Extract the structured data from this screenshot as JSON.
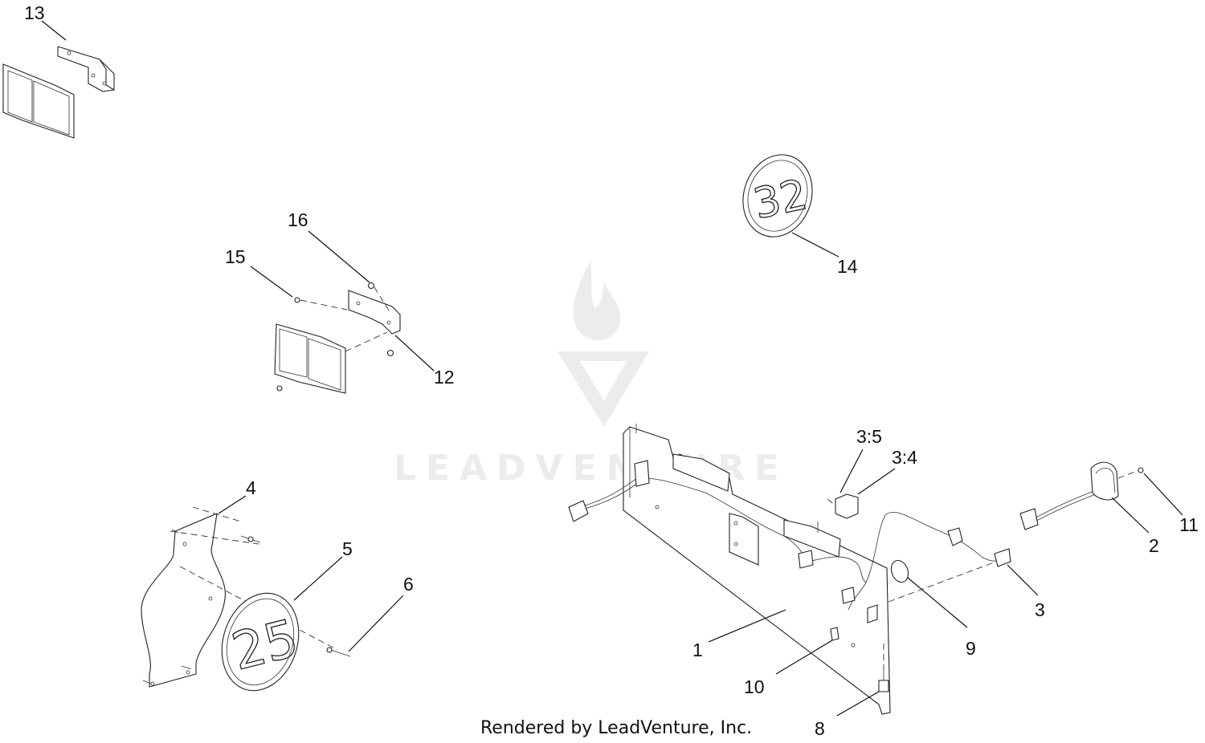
{
  "diagram": {
    "watermark": "LEADVENTURE",
    "credit": "Rendered by LeadVenture, Inc.",
    "plate_labels": {
      "upper": "32",
      "lower": "25"
    },
    "callouts": [
      {
        "id": "c13",
        "label": "13"
      },
      {
        "id": "c16",
        "label": "16"
      },
      {
        "id": "c15",
        "label": "15"
      },
      {
        "id": "c12",
        "label": "12"
      },
      {
        "id": "c14",
        "label": "14"
      },
      {
        "id": "c4",
        "label": "4"
      },
      {
        "id": "c5",
        "label": "5"
      },
      {
        "id": "c6",
        "label": "6"
      },
      {
        "id": "c35",
        "label": "3:5"
      },
      {
        "id": "c34",
        "label": "3:4"
      },
      {
        "id": "c11",
        "label": "11"
      },
      {
        "id": "c2",
        "label": "2"
      },
      {
        "id": "c3",
        "label": "3"
      },
      {
        "id": "c9",
        "label": "9"
      },
      {
        "id": "c1",
        "label": "1"
      },
      {
        "id": "c10",
        "label": "10"
      },
      {
        "id": "c8",
        "label": "8"
      }
    ]
  }
}
